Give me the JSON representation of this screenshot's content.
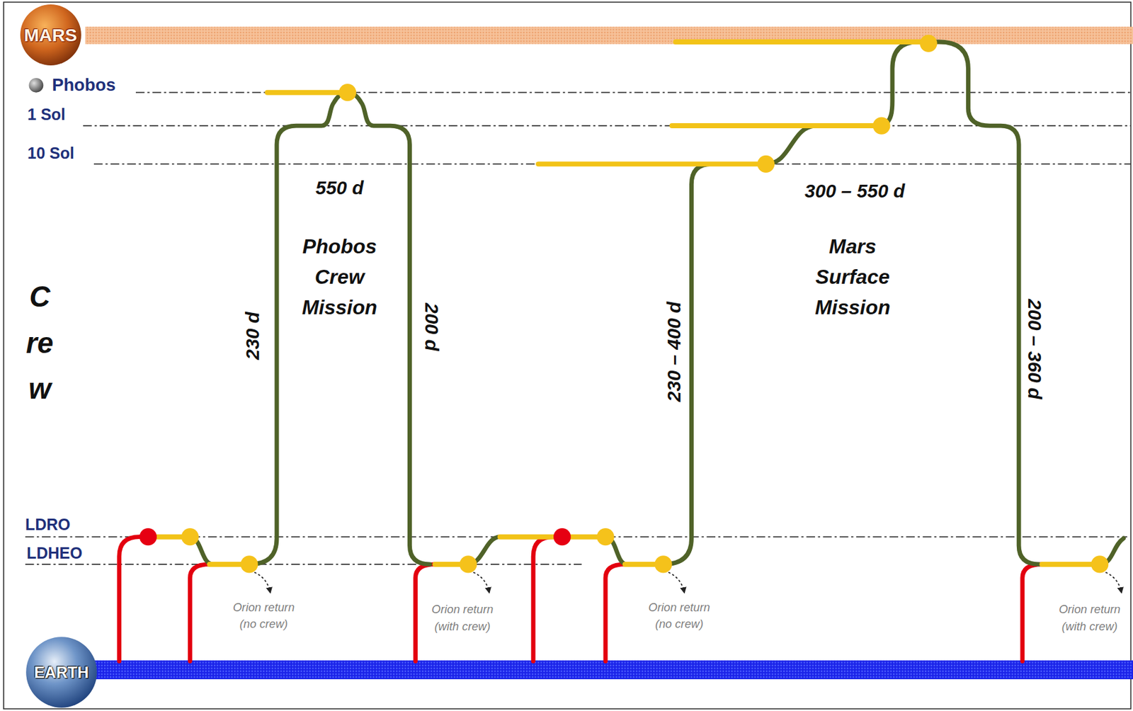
{
  "diagram": {
    "nodes": [
      {
        "text": [
          "MARS"
        ]
      },
      {
        "text": [
          "EARTH"
        ]
      }
    ],
    "labels": [
      "Phobos",
      "1 Sol",
      "10 Sol",
      "550 d",
      "300 – 550 d",
      "Crew",
      "Phobos Crew Mission",
      "Mars Surface Mission",
      "230 d",
      "200 d",
      "230 – 400 d",
      "200 – 360 d",
      "LDRO",
      "LDHEO",
      "Orion return (no crew)",
      "Orion return (with crew)",
      "Orion return (no crew)",
      "Orion return (with crew)"
    ]
  }
}
